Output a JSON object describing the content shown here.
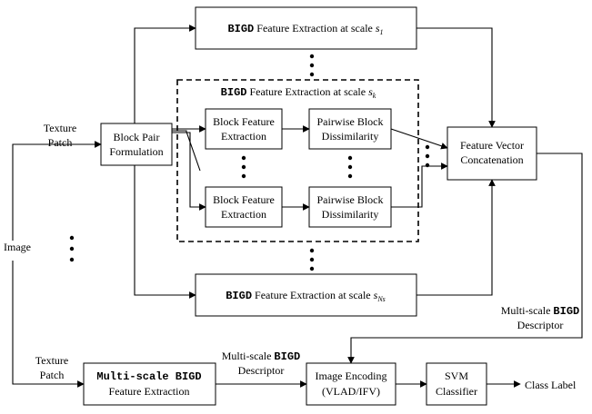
{
  "top_box": {
    "bold": "BIGD",
    "text": " Feature Extraction at scale ",
    "scale_var": "s",
    "scale_sub": "1"
  },
  "middle_group": {
    "bold": "BIGD",
    "text": " Feature Extraction at scale ",
    "scale_var": "s",
    "scale_sub": "k"
  },
  "bottom_scale_box": {
    "bold": "BIGD",
    "text": " Feature Extraction at scale ",
    "scale_var": "s",
    "scale_sub": "Ns"
  },
  "texture_patch_top": [
    "Texture",
    "Patch"
  ],
  "texture_patch_bottom": [
    "Texture",
    "Patch"
  ],
  "image_label": "Image",
  "block_pair": [
    "Block Pair",
    "Formulation"
  ],
  "block_feature_1": [
    "Block Feature",
    "Extraction"
  ],
  "block_feature_2": [
    "Block Feature",
    "Extraction"
  ],
  "pairwise_1": [
    "Pairwise Block",
    "Dissimilarity"
  ],
  "pairwise_2": [
    "Pairwise Block",
    "Dissimilarity"
  ],
  "concat": [
    "Feature Vector",
    "Concatenation"
  ],
  "ms_descriptor_right": {
    "line1_prefix": "Multi-scale ",
    "line1_bold": "BIGD",
    "line2": "Descriptor"
  },
  "ms_descriptor_mid": {
    "line1_prefix": "Multi-scale ",
    "line1_bold": "BIGD",
    "line2": "Descriptor"
  },
  "ms_extraction": {
    "line1_bold": "Multi-scale BIGD",
    "line2": "Feature Extraction"
  },
  "image_encoding": [
    "Image Encoding",
    "(VLAD/IFV)"
  ],
  "svm": [
    "SVM",
    "Classifier"
  ],
  "class_label": "Class Label"
}
